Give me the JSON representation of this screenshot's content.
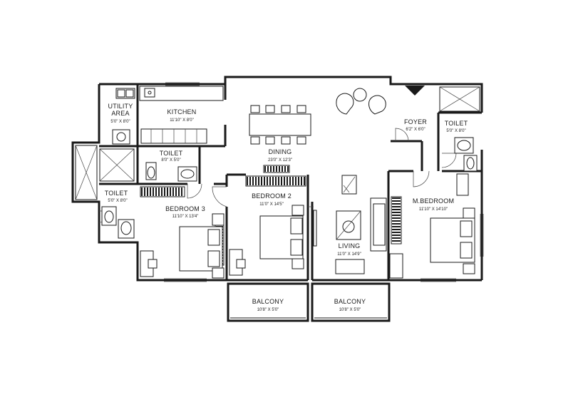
{
  "rooms": {
    "utility": {
      "name_line1": "UTILITY",
      "name_line2": "AREA",
      "dim": "5'0\" X 8'0\""
    },
    "kitchen": {
      "name": "KITCHEN",
      "dim": "11'10\" X 8'0\""
    },
    "dining": {
      "name": "DINING",
      "dim": "23'0\" X 12'3\""
    },
    "foyer": {
      "name": "FOYER",
      "dim": "6'2\" X 6'0\""
    },
    "toilet_kitchen": {
      "name": "TOILET",
      "dim": "8'0\" X 5'0\""
    },
    "toilet_left": {
      "name": "TOILET",
      "dim": "5'0\" X 8'0\""
    },
    "toilet_right": {
      "name": "TOILET",
      "dim": "5'0\" X 8'0\""
    },
    "bedroom3": {
      "name": "BEDROOM 3",
      "dim": "11'10\" X 13'4\""
    },
    "bedroom2": {
      "name": "BEDROOM 2",
      "dim": "11'0\" X 14'5\""
    },
    "living": {
      "name": "LIVING",
      "dim": "11'0\" X 14'9\""
    },
    "mbedroom": {
      "name": "M.BEDROOM",
      "dim": "11'10\" X 14'10\""
    },
    "balcony_left": {
      "name": "BALCONY",
      "dim": "10'8\" X 5'0\""
    },
    "balcony_right": {
      "name": "BALCONY",
      "dim": "10'8\" X 5'0\""
    }
  }
}
